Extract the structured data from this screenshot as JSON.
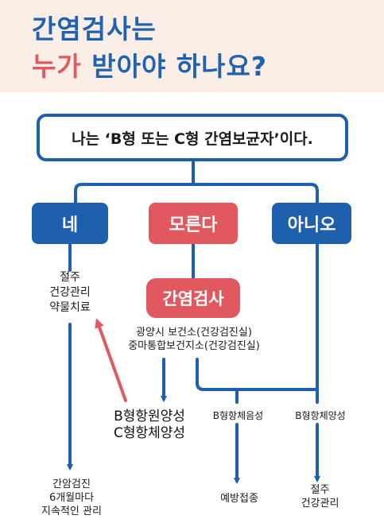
{
  "header": {
    "title_line1": "간염검사는",
    "title_line2_accent": "누가",
    "title_line2_rest": "받아야 하나요?"
  },
  "main_question": "나는 ‘B형 또는 C형 간염보균자’이다.",
  "options": {
    "yes": "네",
    "unknown": "모른다",
    "no": "아니오"
  },
  "yes_actions": [
    "절주",
    "건강관리",
    "약물치료"
  ],
  "test_label": "간염검사",
  "test_places": [
    "광양시 보건소(건강검진실)",
    "중마통합보건지소(건강검진실)"
  ],
  "results": {
    "carrier_lines": [
      "B형항원양성",
      "C형항체양성"
    ],
    "b_antibody_negative": "B형항체음성",
    "b_antibody_positive": "B형항체양성"
  },
  "outcomes": {
    "followup_lines": [
      "간암검진",
      "6개월마다",
      "지속적인 관리"
    ],
    "vaccination": "예방접종",
    "care_lines": [
      "절주",
      "건강관리"
    ]
  },
  "colors": {
    "blue": "#1e5fae",
    "red": "#e2585f",
    "header_bg": "#fbeee6"
  }
}
